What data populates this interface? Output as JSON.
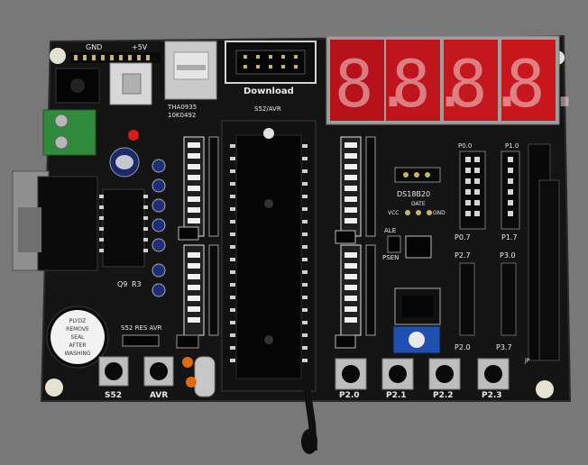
{
  "photo": {
    "background_color": "#7a7a7a",
    "board_color": "#141414",
    "silkscreen_color": "#e9e9e9",
    "display_red": "#c8171c",
    "terminal_green": "#2f8a3c"
  },
  "silkscreen": {
    "gnd": "GND",
    "plus5v": "+5V",
    "chip_code_1": "THA0935",
    "chip_code_2": "10K0492",
    "download": "Download",
    "s52_avr_top": "S52/AVR",
    "ds18b20": "DS18B20",
    "vcc": "VCC",
    "date": "DATE",
    "gnd_small": "GND",
    "ale": "ALE",
    "psen": "PSEN",
    "p0_0": "P0.0",
    "p1_0": "P1.0",
    "p0_7": "P0.7",
    "p1_7": "P1.7",
    "p2_7": "P2.7",
    "p3_0": "P3.0",
    "p2_0": "P2.0",
    "p3_7": "P3.7",
    "q9": "Q9",
    "r3": "R3",
    "s52_res_avr": "S52 RES AVR",
    "btn_s52": "S52",
    "btn_avr": "AVR",
    "btn_p20": "P2.0",
    "btn_p21": "P2.1",
    "btn_p22": "P2.2",
    "btn_p23": "P2.3",
    "jp": "JP"
  },
  "buzzer_sticker": [
    "PLYDZ",
    "REMOVE",
    "SEAL",
    "AFTER",
    "WASHING"
  ],
  "display": {
    "digits": [
      "8.",
      "8.",
      "8.",
      "8."
    ]
  }
}
